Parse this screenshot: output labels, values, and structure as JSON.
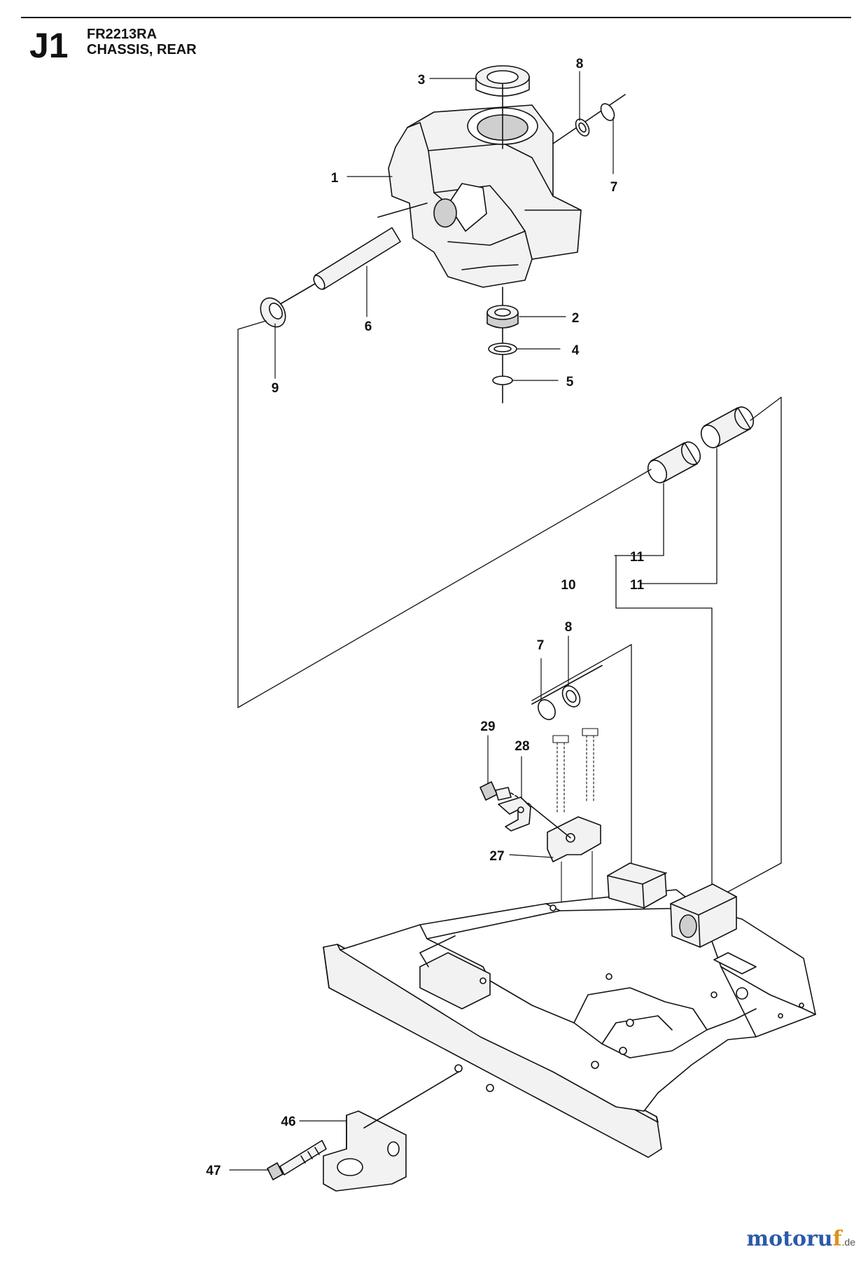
{
  "header": {
    "section": "J1",
    "model": "FR2213RA",
    "title": "CHASSIS, REAR"
  },
  "callouts": [
    "1",
    "2",
    "3",
    "4",
    "5",
    "6",
    "7",
    "8",
    "9",
    "10",
    "11",
    "11",
    "8",
    "7",
    "29",
    "28",
    "27",
    "46",
    "47"
  ],
  "watermark": {
    "main": "motoru",
    "accent": "f",
    "suffix": ".de"
  },
  "colors": {
    "line": "#111111",
    "part_fill": "#f2f2f2",
    "part_shade": "#cfcfcf",
    "watermark_blue": "#2b5aa8",
    "watermark_orange": "#e0901c"
  }
}
